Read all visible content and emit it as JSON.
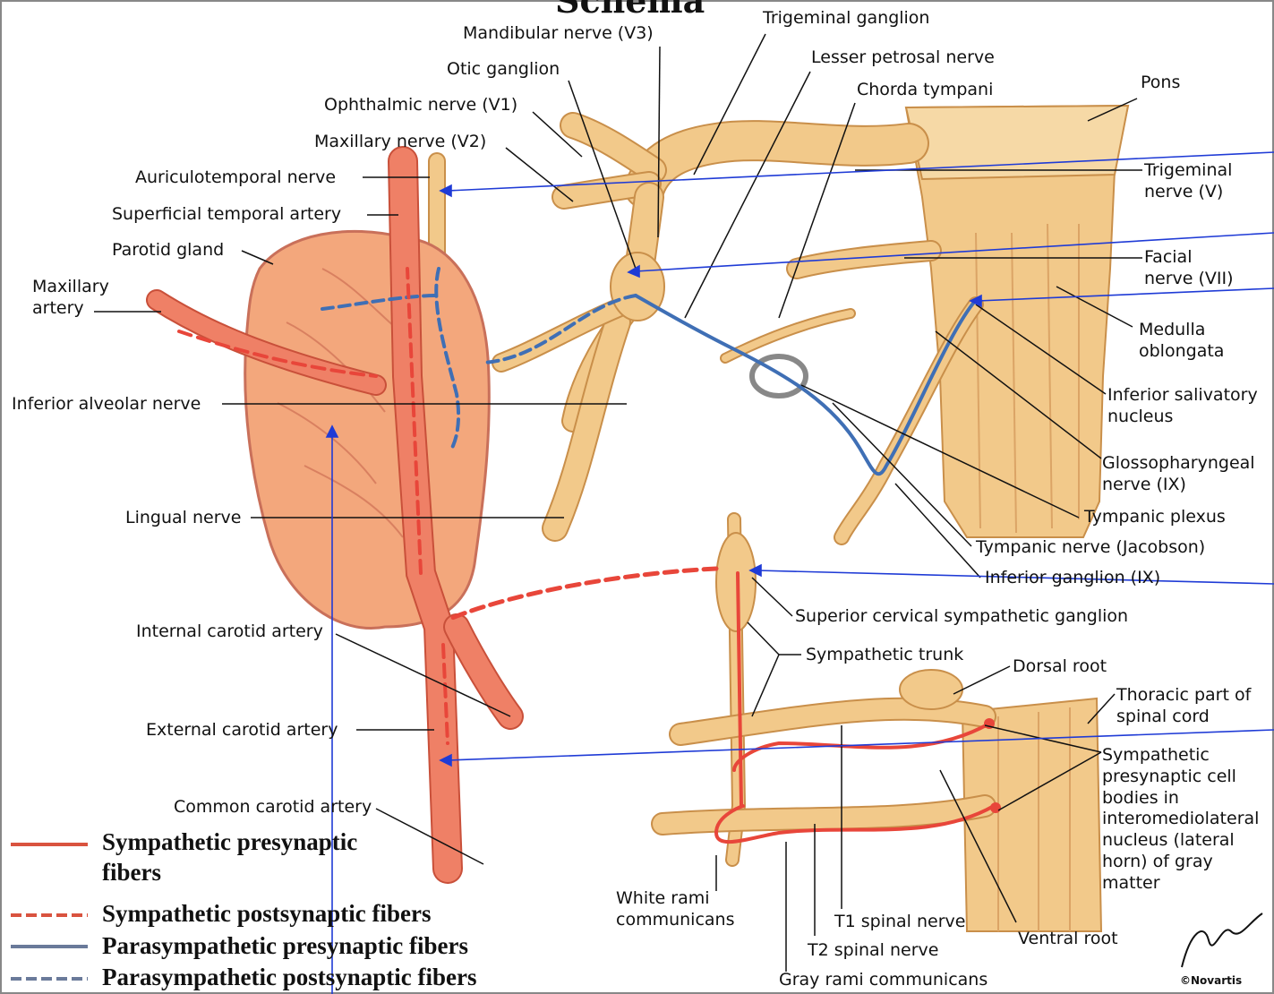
{
  "title_fragment": "Schema",
  "labels": {
    "mandibular_nerve": "Mandibular nerve (V3)",
    "trigeminal_ganglion": "Trigeminal ganglion",
    "lesser_petrosal_nerve": "Lesser petrosal nerve",
    "otic_ganglion": "Otic ganglion",
    "chorda_tympani": "Chorda tympani",
    "pons": "Pons",
    "ophthalmic_nerve": "Ophthalmic nerve (V1)",
    "maxillary_nerve": "Maxillary nerve (V2)",
    "auriculotemporal_nerve": "Auriculotemporal nerve",
    "superficial_temporal_artery": "Superficial temporal artery",
    "parotid_gland": "Parotid gland",
    "maxillary_artery": "Maxillary artery",
    "trigeminal_nerve": "Trigeminal nerve (V)",
    "facial_nerve": "Facial nerve (VII)",
    "medulla_oblongata": "Medulla oblongata",
    "inferior_salivatory_nucleus": "Inferior salivatory nucleus",
    "inferior_alveolar_nerve": "Inferior alveolar nerve",
    "glossopharyngeal_nerve": "Glossopharyngeal nerve (IX)",
    "lingual_nerve": "Lingual nerve",
    "tympanic_plexus": "Tympanic plexus",
    "tympanic_nerve": "Tympanic nerve (Jacobson)",
    "inferior_ganglion": "Inferior ganglion (IX)",
    "superior_cervical_ganglion": "Superior cervical sympathetic ganglion",
    "internal_carotid_artery": "Internal carotid artery",
    "sympathetic_trunk": "Sympathetic trunk",
    "dorsal_root": "Dorsal root",
    "thoracic_spinal_cord": "Thoracic part of spinal cord",
    "external_carotid_artery": "External carotid artery",
    "sympathetic_presynaptic_cell_bodies": "Sympathetic presynaptic cell bodies in interomediolateral nucleus (lateral horn) of gray matter",
    "common_carotid_artery": "Common carotid artery",
    "white_rami": "White rami communicans",
    "t1_spinal_nerve": "T1 spinal nerve",
    "t2_spinal_nerve": "T2 spinal nerve",
    "ventral_root": "Ventral root",
    "gray_rami": "Gray rami communicans"
  },
  "legend": [
    {
      "label": "Sympathetic presynaptic fibers",
      "color": "#d9533f",
      "style": "solid"
    },
    {
      "label": "Sympathetic postsynaptic fibers",
      "color": "#d9533f",
      "style": "dashed"
    },
    {
      "label": "Parasympathetic presynaptic fibers",
      "color": "#6a7a9a",
      "style": "solid"
    },
    {
      "label": "Parasympathetic postsynaptic fibers",
      "color": "#6a7a9a",
      "style": "dashed"
    }
  ],
  "signature": "©Novartis",
  "colors": {
    "nerve_fill": "#f2c98a",
    "nerve_stroke": "#c98f4a",
    "gland": "#f3a77c",
    "artery": "#e8664e",
    "para_fiber": "#3f6fb5",
    "symp_fiber": "#e8463a",
    "annotation_blue": "#1f3bd6"
  }
}
